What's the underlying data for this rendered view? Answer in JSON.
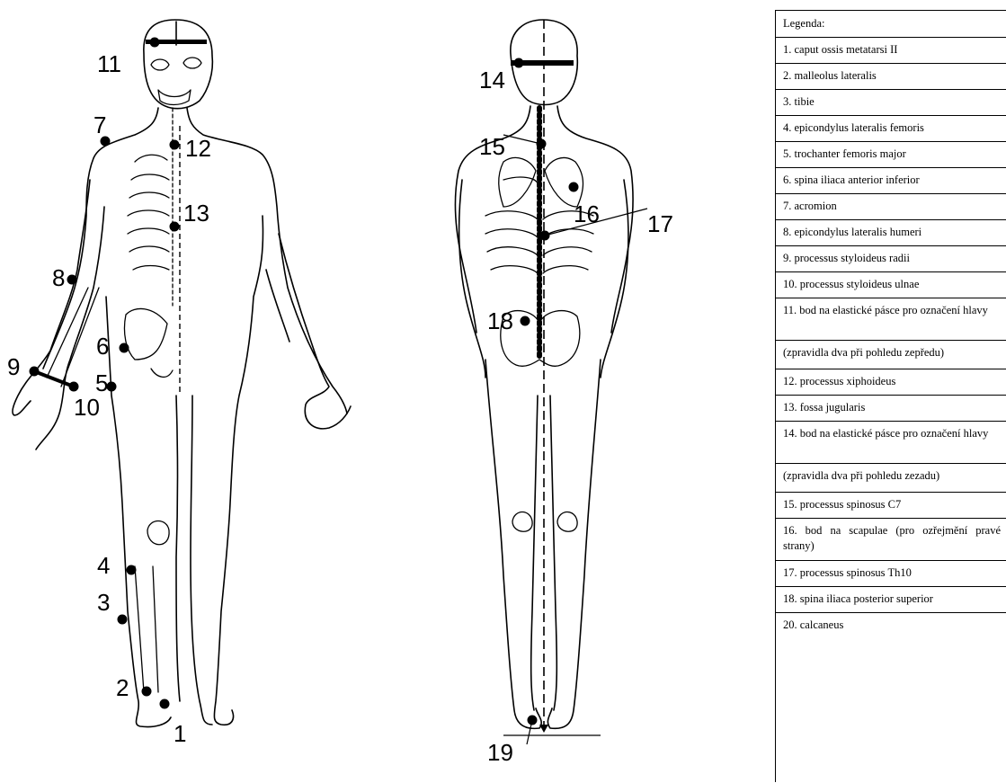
{
  "labels": {
    "n1": "1",
    "n2": "2",
    "n3": "3",
    "n4": "4",
    "n5": "5",
    "n6": "6",
    "n7": "7",
    "n8": "8",
    "n9": "9",
    "n10": "10",
    "n11": "11",
    "n12": "12",
    "n13": "13",
    "n14": "14",
    "n15": "15",
    "n16": "16",
    "n17": "17",
    "n18": "18",
    "n19": "19"
  },
  "legend": {
    "title": "Legenda:",
    "items": [
      "1. caput ossis metatarsi II",
      "2. malleolus lateralis",
      "3. tibie",
      "4. epicondylus lateralis femoris",
      "5. trochanter femoris major",
      "6. spina iliaca anterior inferior",
      "7. acromion",
      "8. epicondylus lateralis humeri",
      "9. processus styloideus radii",
      "10. processus styloideus ulnae",
      "11. bod na elastické pásce pro označení hlavy",
      "(zpravidla dva při pohledu zepředu)",
      "12. processus xiphoideus",
      "13. fossa jugularis",
      "14. bod na elastické pásce pro označení hlavy",
      "(zpravidla dva při pohledu zezadu)",
      "15. processus spinosus C7",
      "16. bod na scapulae (pro ozřejmění pravé strany)",
      "17. processus spinosus Th10",
      "18. spina iliaca posterior superior",
      "20. calcaneus"
    ]
  },
  "colors": {
    "ink": "#000000",
    "paper": "#ffffff"
  }
}
